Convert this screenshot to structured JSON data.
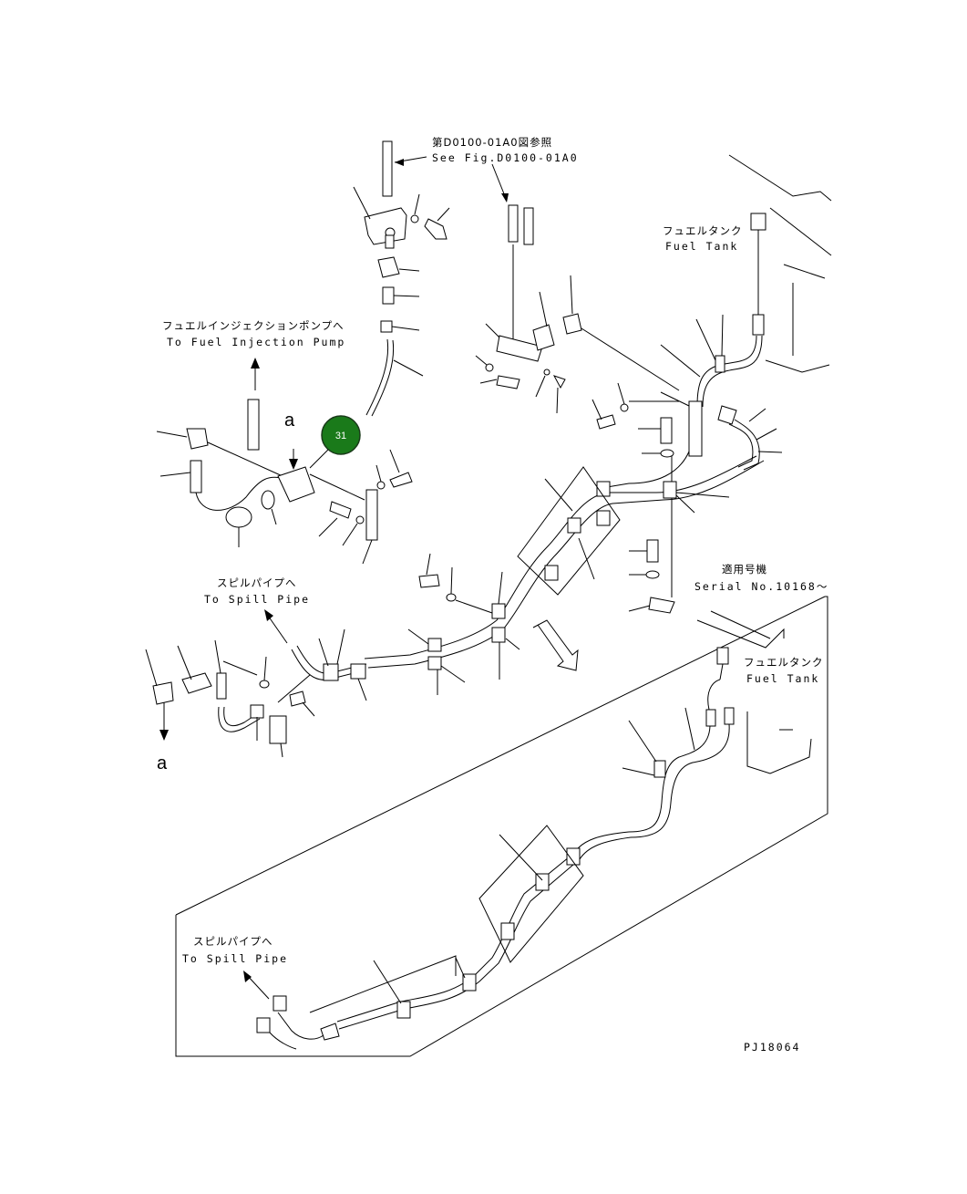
{
  "labels": {
    "ref_jp": "第D0100-01A0図参照",
    "ref_en": "See Fig.D0100-01A0",
    "fuel_tank_jp": "フュエルタンク",
    "fuel_tank_en": "Fuel Tank",
    "injection_pump_jp": "フュエルインジェクションポンプへ",
    "injection_pump_en": "To Fuel Injection Pump",
    "spill_pipe_jp": "スピルパイプへ",
    "spill_pipe_en": "To Spill Pipe",
    "serial_jp": "適用号機",
    "serial_en": "Serial No.10168～",
    "fuel_tank2_jp": "フュエルタンク",
    "fuel_tank2_en": "Fuel Tank",
    "spill_pipe2_jp": "スピルパイプへ",
    "spill_pipe2_en": "To Spill Pipe",
    "marker_a_top": "a",
    "marker_a_bottom": "a",
    "drawing_code": "PJ18064"
  },
  "callout": {
    "number": "31",
    "color": "#1a7a1a"
  }
}
